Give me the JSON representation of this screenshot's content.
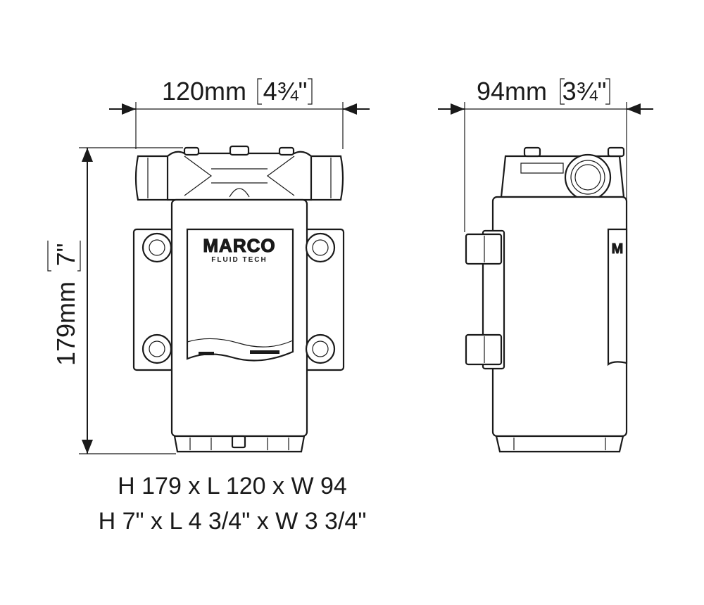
{
  "dimensions": {
    "front_width": {
      "mm": "120mm",
      "inch": "4¾\""
    },
    "side_width": {
      "mm": "94mm",
      "inch": "3¾\""
    },
    "height": {
      "mm": "179mm",
      "inch": "7\""
    }
  },
  "label": {
    "brand": "MARCO",
    "sub": "FLUID TECH"
  },
  "caption": {
    "metric": "H 179 x L 120 x W 94",
    "imperial": "H 7\" x L 4 3/4\" x W 3 3/4\""
  }
}
